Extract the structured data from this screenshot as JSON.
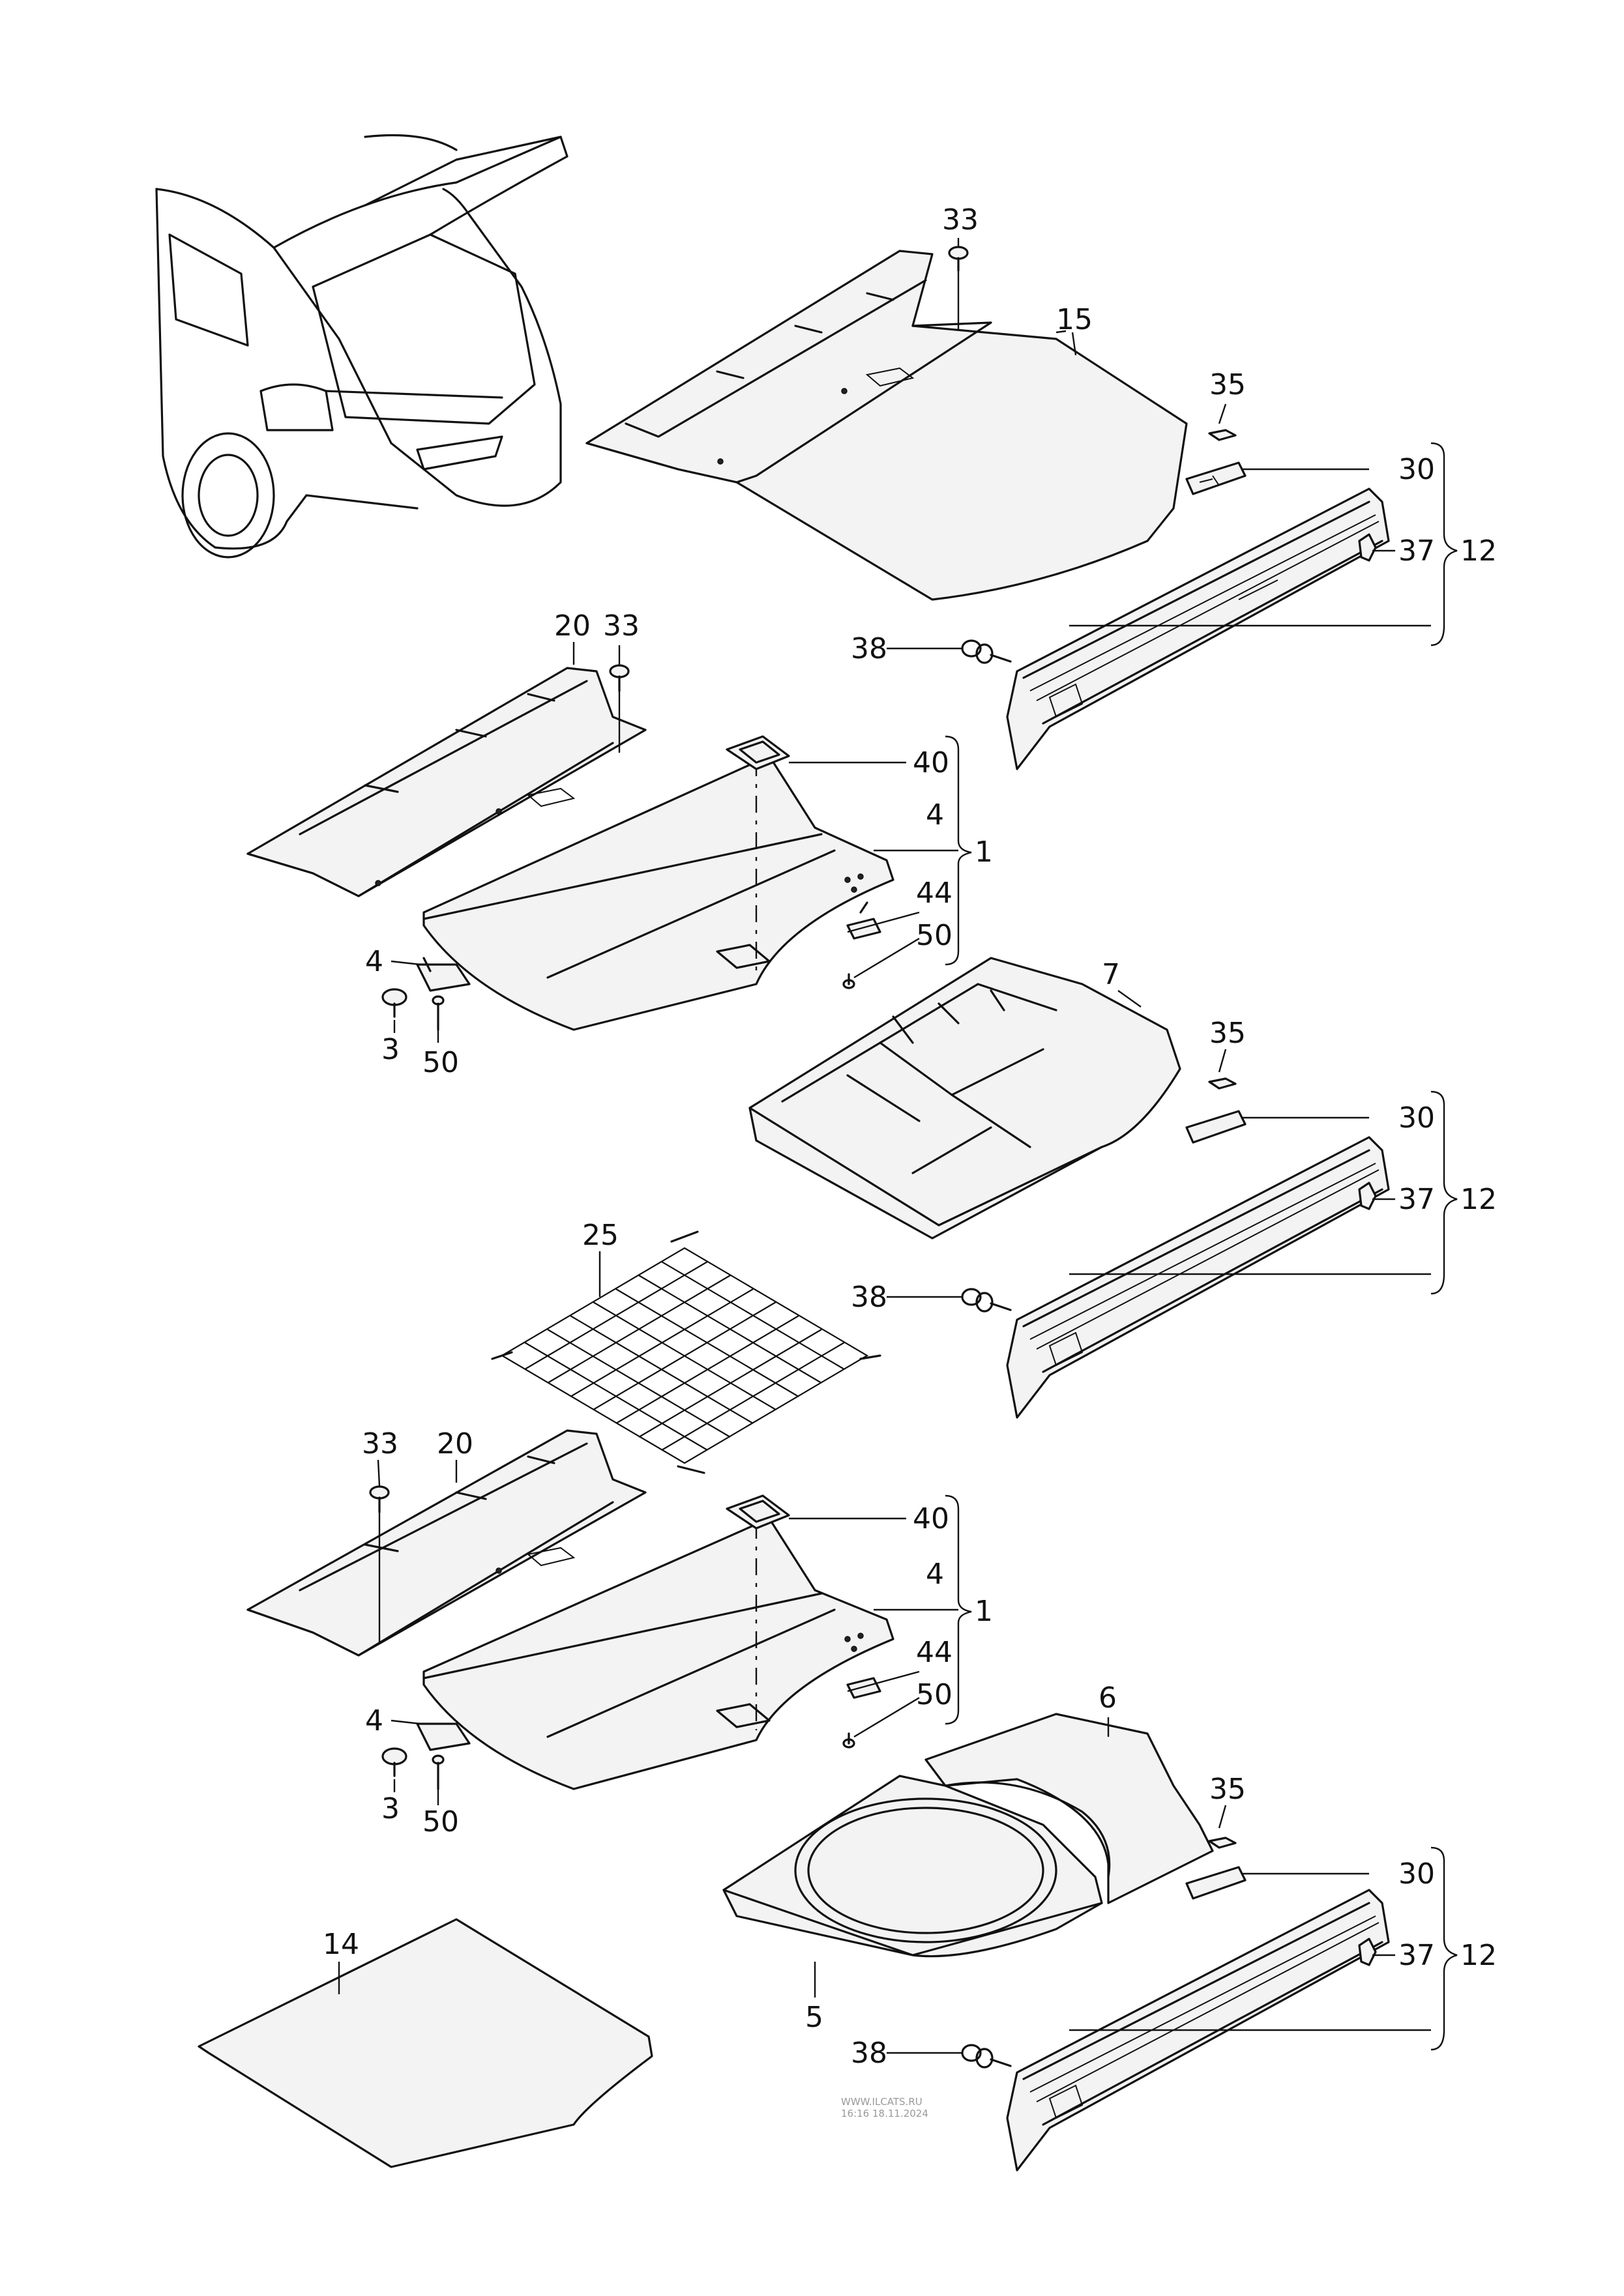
{
  "labels": {
    "p33a": "33",
    "p15": "15",
    "p35a": "35",
    "p30a": "30",
    "p37a": "37",
    "p12a": "12",
    "p38a": "38",
    "p20a": "20",
    "p33b": "33",
    "p40a": "40",
    "p4a": "4",
    "p1a": "1",
    "p44a": "44",
    "p50a": "50",
    "p4b": "4",
    "p3a": "3",
    "p50b": "50",
    "p7": "7",
    "p35b": "35",
    "p30b": "30",
    "p37b": "37",
    "p12b": "12",
    "p38b": "38",
    "p25": "25",
    "p33c": "33",
    "p20b": "20",
    "p40b": "40",
    "p4c": "4",
    "p1b": "1",
    "p44b": "44",
    "p50c": "50",
    "p4d": "4",
    "p3b": "3",
    "p50d": "50",
    "p6": "6",
    "p35c": "35",
    "p30c": "30",
    "p37c": "37",
    "p12c": "12",
    "p14": "14",
    "p5": "5",
    "p38c": "38"
  },
  "watermark": {
    "line1": "WWW.ILCATS.RU",
    "line2": "16:16 18.11.2024"
  }
}
